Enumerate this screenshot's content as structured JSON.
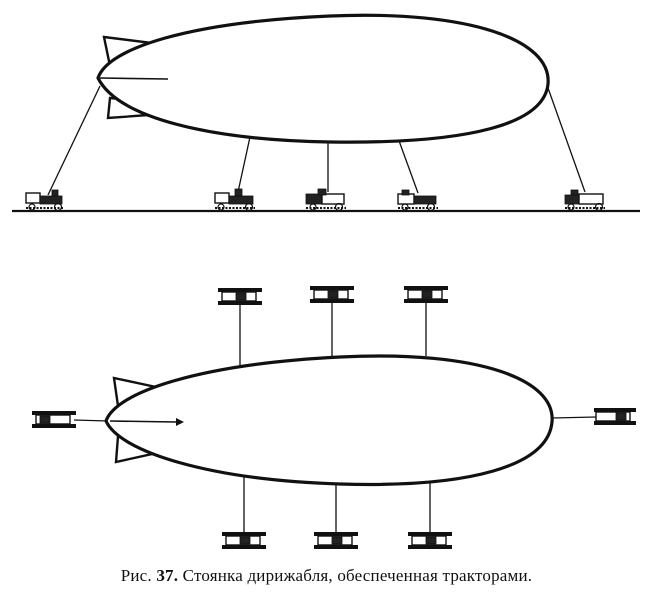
{
  "caption": {
    "prefix": "Рис.",
    "number": "37.",
    "text": "Стоянка дирижабля, обеспеченная тракторами."
  },
  "diagram": {
    "side_view": {
      "tractor_count": 5
    },
    "top_view": {
      "tractor_count": 8
    }
  }
}
